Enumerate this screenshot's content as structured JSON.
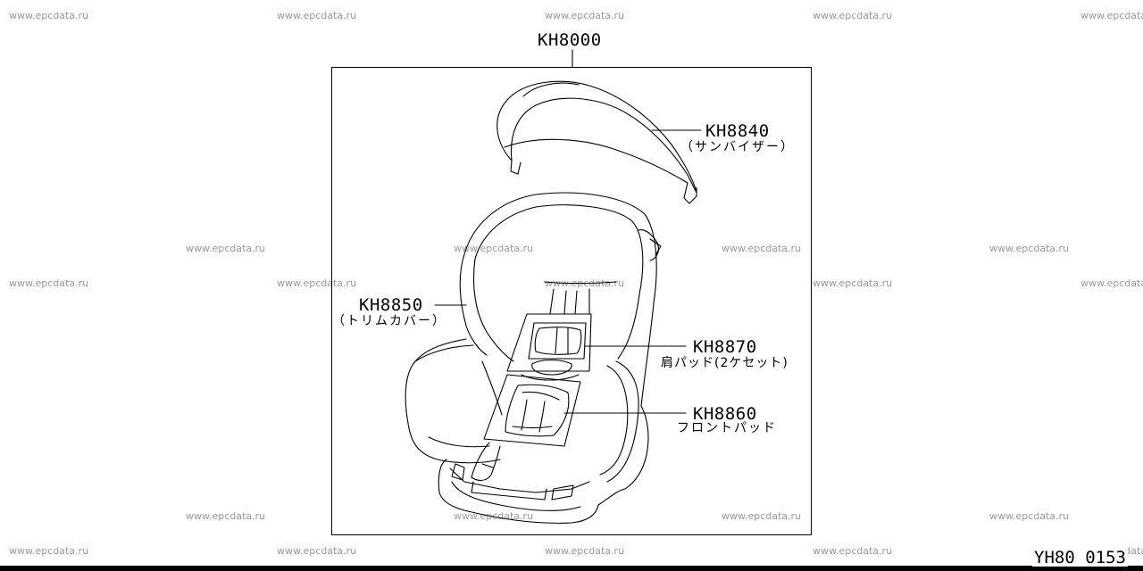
{
  "watermark": "www.epcdata.ru",
  "assembly": {
    "code": "KH8000"
  },
  "parts": [
    {
      "code": "KH8840",
      "name": "（サンバイザー）"
    },
    {
      "code": "KH8850",
      "name": "（トリムカバー）"
    },
    {
      "code": "KH8870",
      "name": "肩パッド(2ケセット)"
    },
    {
      "code": "KH8860",
      "name": "フロントパッド"
    }
  ],
  "diagram_id": "YH80 0153"
}
